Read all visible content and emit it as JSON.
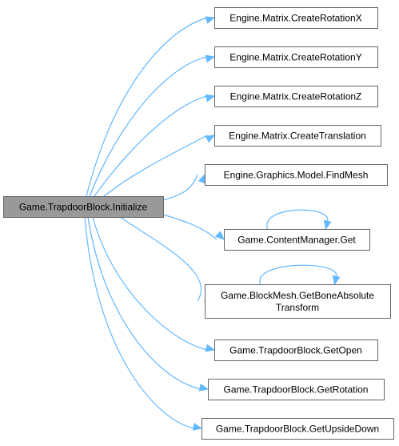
{
  "root": {
    "label": "Game.TrapdoorBlock.Initialize"
  },
  "callees": [
    {
      "id": "create-rotation-x",
      "lines": [
        "Engine.Matrix.CreateRotationX"
      ]
    },
    {
      "id": "create-rotation-y",
      "lines": [
        "Engine.Matrix.CreateRotationY"
      ]
    },
    {
      "id": "create-rotation-z",
      "lines": [
        "Engine.Matrix.CreateRotationZ"
      ]
    },
    {
      "id": "create-translation",
      "lines": [
        "Engine.Matrix.CreateTranslation"
      ]
    },
    {
      "id": "find-mesh",
      "lines": [
        "Engine.Graphics.Model.FindMesh"
      ]
    },
    {
      "id": "content-manager-get",
      "lines": [
        "Game.ContentManager.Get"
      ],
      "self_loop": true
    },
    {
      "id": "get-bone-absolute-transform",
      "lines": [
        "Game.BlockMesh.GetBoneAbsolute",
        "Transform"
      ],
      "self_loop": true
    },
    {
      "id": "get-open",
      "lines": [
        "Game.TrapdoorBlock.GetOpen"
      ]
    },
    {
      "id": "get-rotation",
      "lines": [
        "Game.TrapdoorBlock.GetRotation"
      ]
    },
    {
      "id": "get-upside-down",
      "lines": [
        "Game.TrapdoorBlock.GetUpsideDown"
      ]
    }
  ],
  "colors": {
    "edge": "#63b8ff",
    "root_fill": "#999999",
    "node_fill": "#ffffff",
    "node_border": "#666666"
  }
}
